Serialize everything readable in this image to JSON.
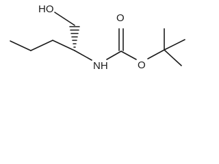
{
  "molecule": {
    "labels": {
      "hydroxyl": "HO",
      "amine": "NH",
      "carbonyl_oxygen": "O",
      "ether_oxygen": "O"
    }
  },
  "colors": {
    "bond": "#1a1a1a",
    "background": "#ffffff"
  }
}
